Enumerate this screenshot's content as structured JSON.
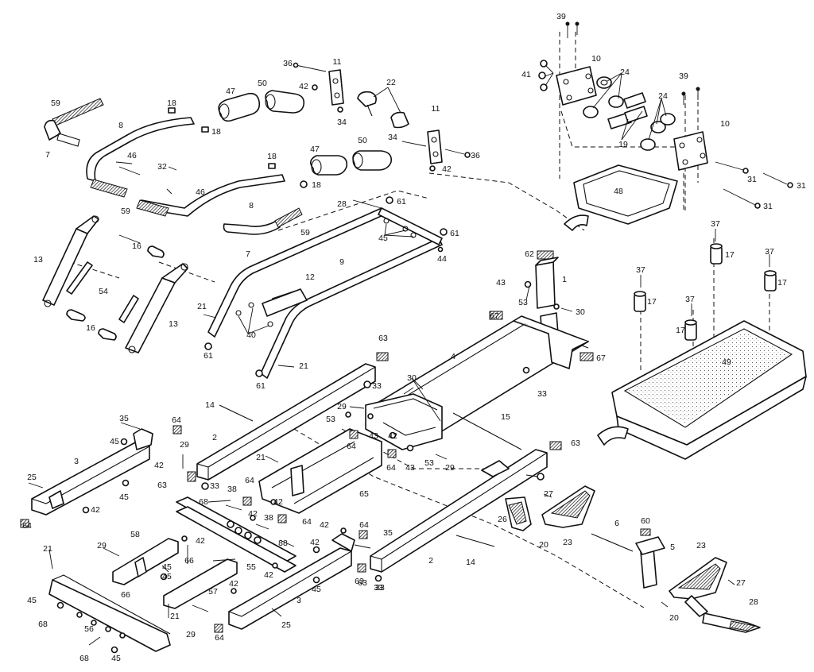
{
  "diagram": {
    "callouts": [
      {
        "id": "c39a",
        "text": "39"
      },
      {
        "id": "c10a",
        "text": "10"
      },
      {
        "id": "c41",
        "text": "41"
      },
      {
        "id": "c24a",
        "text": "24"
      },
      {
        "id": "c39b",
        "text": "39"
      },
      {
        "id": "c24b",
        "text": "24"
      },
      {
        "id": "c10b",
        "text": "10"
      },
      {
        "id": "c19",
        "text": "19"
      },
      {
        "id": "c31a",
        "text": "31"
      },
      {
        "id": "c31b",
        "text": "31"
      },
      {
        "id": "c31c",
        "text": "31"
      },
      {
        "id": "c48",
        "text": "48"
      },
      {
        "id": "c36a",
        "text": "36"
      },
      {
        "id": "c11a",
        "text": "11"
      },
      {
        "id": "c42a",
        "text": "42"
      },
      {
        "id": "c50a",
        "text": "50"
      },
      {
        "id": "c47a",
        "text": "47"
      },
      {
        "id": "c22",
        "text": "22"
      },
      {
        "id": "c34a",
        "text": "34"
      },
      {
        "id": "c11b",
        "text": "11"
      },
      {
        "id": "c34b",
        "text": "34"
      },
      {
        "id": "c36b",
        "text": "36"
      },
      {
        "id": "c42b",
        "text": "42"
      },
      {
        "id": "c59a",
        "text": "59"
      },
      {
        "id": "c18a",
        "text": "18"
      },
      {
        "id": "c18b",
        "text": "18"
      },
      {
        "id": "c8a",
        "text": "8"
      },
      {
        "id": "c7a",
        "text": "7"
      },
      {
        "id": "c46a",
        "text": "46"
      },
      {
        "id": "c32",
        "text": "32"
      },
      {
        "id": "c46b",
        "text": "46"
      },
      {
        "id": "c59b",
        "text": "59"
      },
      {
        "id": "c18c",
        "text": "18"
      },
      {
        "id": "c18d",
        "text": "18"
      },
      {
        "id": "c47b",
        "text": "47"
      },
      {
        "id": "c50b",
        "text": "50"
      },
      {
        "id": "c8b",
        "text": "8"
      },
      {
        "id": "c28",
        "text": "28"
      },
      {
        "id": "c61a",
        "text": "61"
      },
      {
        "id": "c45a",
        "text": "45"
      },
      {
        "id": "c61b",
        "text": "61"
      },
      {
        "id": "c44",
        "text": "44"
      },
      {
        "id": "c59c",
        "text": "59"
      },
      {
        "id": "c7b",
        "text": "7"
      },
      {
        "id": "c13a",
        "text": "13"
      },
      {
        "id": "c16a",
        "text": "16"
      },
      {
        "id": "c54",
        "text": "54"
      },
      {
        "id": "c16b",
        "text": "16"
      },
      {
        "id": "c13b",
        "text": "13"
      },
      {
        "id": "c9",
        "text": "9"
      },
      {
        "id": "c12",
        "text": "12"
      },
      {
        "id": "c21a",
        "text": "21"
      },
      {
        "id": "c40",
        "text": "40"
      },
      {
        "id": "c61c",
        "text": "61"
      },
      {
        "id": "c21b",
        "text": "21"
      },
      {
        "id": "c61d",
        "text": "61"
      },
      {
        "id": "c62",
        "text": "62"
      },
      {
        "id": "c43a",
        "text": "43"
      },
      {
        "id": "c1",
        "text": "1"
      },
      {
        "id": "c53a",
        "text": "53"
      },
      {
        "id": "c30a",
        "text": "30"
      },
      {
        "id": "c67a",
        "text": "67"
      },
      {
        "id": "c67b",
        "text": "67"
      },
      {
        "id": "c37a",
        "text": "37"
      },
      {
        "id": "c17a",
        "text": "17"
      },
      {
        "id": "c37b",
        "text": "37"
      },
      {
        "id": "c17b",
        "text": "17"
      },
      {
        "id": "c37c",
        "text": "37"
      },
      {
        "id": "c17c",
        "text": "17"
      },
      {
        "id": "c37d",
        "text": "37"
      },
      {
        "id": "c17d",
        "text": "17"
      },
      {
        "id": "c49",
        "text": "49"
      },
      {
        "id": "c63a",
        "text": "63"
      },
      {
        "id": "c4",
        "text": "4"
      },
      {
        "id": "c33a",
        "text": "33"
      },
      {
        "id": "c33b",
        "text": "33"
      },
      {
        "id": "c30b",
        "text": "30"
      },
      {
        "id": "c14a",
        "text": "14"
      },
      {
        "id": "c29a",
        "text": "29"
      },
      {
        "id": "c53b",
        "text": "53"
      },
      {
        "id": "c43b",
        "text": "43"
      },
      {
        "id": "c42c",
        "text": "42"
      },
      {
        "id": "c15",
        "text": "15"
      },
      {
        "id": "c35a",
        "text": "35"
      },
      {
        "id": "c64a",
        "text": "64"
      },
      {
        "id": "c2a",
        "text": "2"
      },
      {
        "id": "c45b",
        "text": "45"
      },
      {
        "id": "c64b",
        "text": "64"
      },
      {
        "id": "c64c",
        "text": "64"
      },
      {
        "id": "c43c",
        "text": "43"
      },
      {
        "id": "c53c",
        "text": "53"
      },
      {
        "id": "c29b",
        "text": "29"
      },
      {
        "id": "c63b",
        "text": "63"
      },
      {
        "id": "c3a",
        "text": "3"
      },
      {
        "id": "c29c",
        "text": "29"
      },
      {
        "id": "c42d",
        "text": "42"
      },
      {
        "id": "c21c",
        "text": "21"
      },
      {
        "id": "c25a",
        "text": "25"
      },
      {
        "id": "c63c",
        "text": "63"
      },
      {
        "id": "c33c",
        "text": "33"
      },
      {
        "id": "c45c",
        "text": "45"
      },
      {
        "id": "c42e",
        "text": "42"
      },
      {
        "id": "c38a",
        "text": "38"
      },
      {
        "id": "c64d",
        "text": "64"
      },
      {
        "id": "c42f",
        "text": "42"
      },
      {
        "id": "c65",
        "text": "65"
      },
      {
        "id": "c68a",
        "text": "68"
      },
      {
        "id": "c42g",
        "text": "42"
      },
      {
        "id": "c38b",
        "text": "38"
      },
      {
        "id": "c64e",
        "text": "64"
      },
      {
        "id": "c64f",
        "text": "64"
      },
      {
        "id": "c88",
        "text": "88"
      },
      {
        "id": "c42h",
        "text": "42"
      },
      {
        "id": "c58",
        "text": "58"
      },
      {
        "id": "c35b",
        "text": "35"
      },
      {
        "id": "c42i",
        "text": "42"
      },
      {
        "id": "c64g",
        "text": "64"
      },
      {
        "id": "c27a",
        "text": "27"
      },
      {
        "id": "c26a",
        "text": "26"
      },
      {
        "id": "c23a",
        "text": "23"
      },
      {
        "id": "c20a",
        "text": "20"
      },
      {
        "id": "c6",
        "text": "6"
      },
      {
        "id": "c60",
        "text": "60"
      },
      {
        "id": "c5",
        "text": "5"
      },
      {
        "id": "c63d",
        "text": "63"
      },
      {
        "id": "c33d",
        "text": "33"
      },
      {
        "id": "c14b",
        "text": "14"
      },
      {
        "id": "c2b",
        "text": "2"
      },
      {
        "id": "c42j",
        "text": "42"
      },
      {
        "id": "c21d",
        "text": "21"
      },
      {
        "id": "c29d",
        "text": "29"
      },
      {
        "id": "c45d",
        "text": "45"
      },
      {
        "id": "c66a",
        "text": "66"
      },
      {
        "id": "c55",
        "text": "55"
      },
      {
        "id": "c42k",
        "text": "42"
      },
      {
        "id": "c63e",
        "text": "63"
      },
      {
        "id": "c45e",
        "text": "45"
      },
      {
        "id": "c33e",
        "text": "33"
      },
      {
        "id": "c66b",
        "text": "66"
      },
      {
        "id": "c57",
        "text": "57"
      },
      {
        "id": "c42l",
        "text": "42"
      },
      {
        "id": "c45f",
        "text": "45"
      },
      {
        "id": "c3b",
        "text": "3"
      },
      {
        "id": "c45g",
        "text": "45"
      },
      {
        "id": "c68b",
        "text": "68"
      },
      {
        "id": "c21e",
        "text": "21"
      },
      {
        "id": "c56",
        "text": "56"
      },
      {
        "id": "c29e",
        "text": "29"
      },
      {
        "id": "c25b",
        "text": "25"
      },
      {
        "id": "c64h",
        "text": "64"
      },
      {
        "id": "c45h",
        "text": "45"
      },
      {
        "id": "c68c",
        "text": "68"
      },
      {
        "id": "c23b",
        "text": "23"
      },
      {
        "id": "c27b",
        "text": "27"
      },
      {
        "id": "c28b",
        "text": "28"
      },
      {
        "id": "c20b",
        "text": "20"
      }
    ]
  }
}
